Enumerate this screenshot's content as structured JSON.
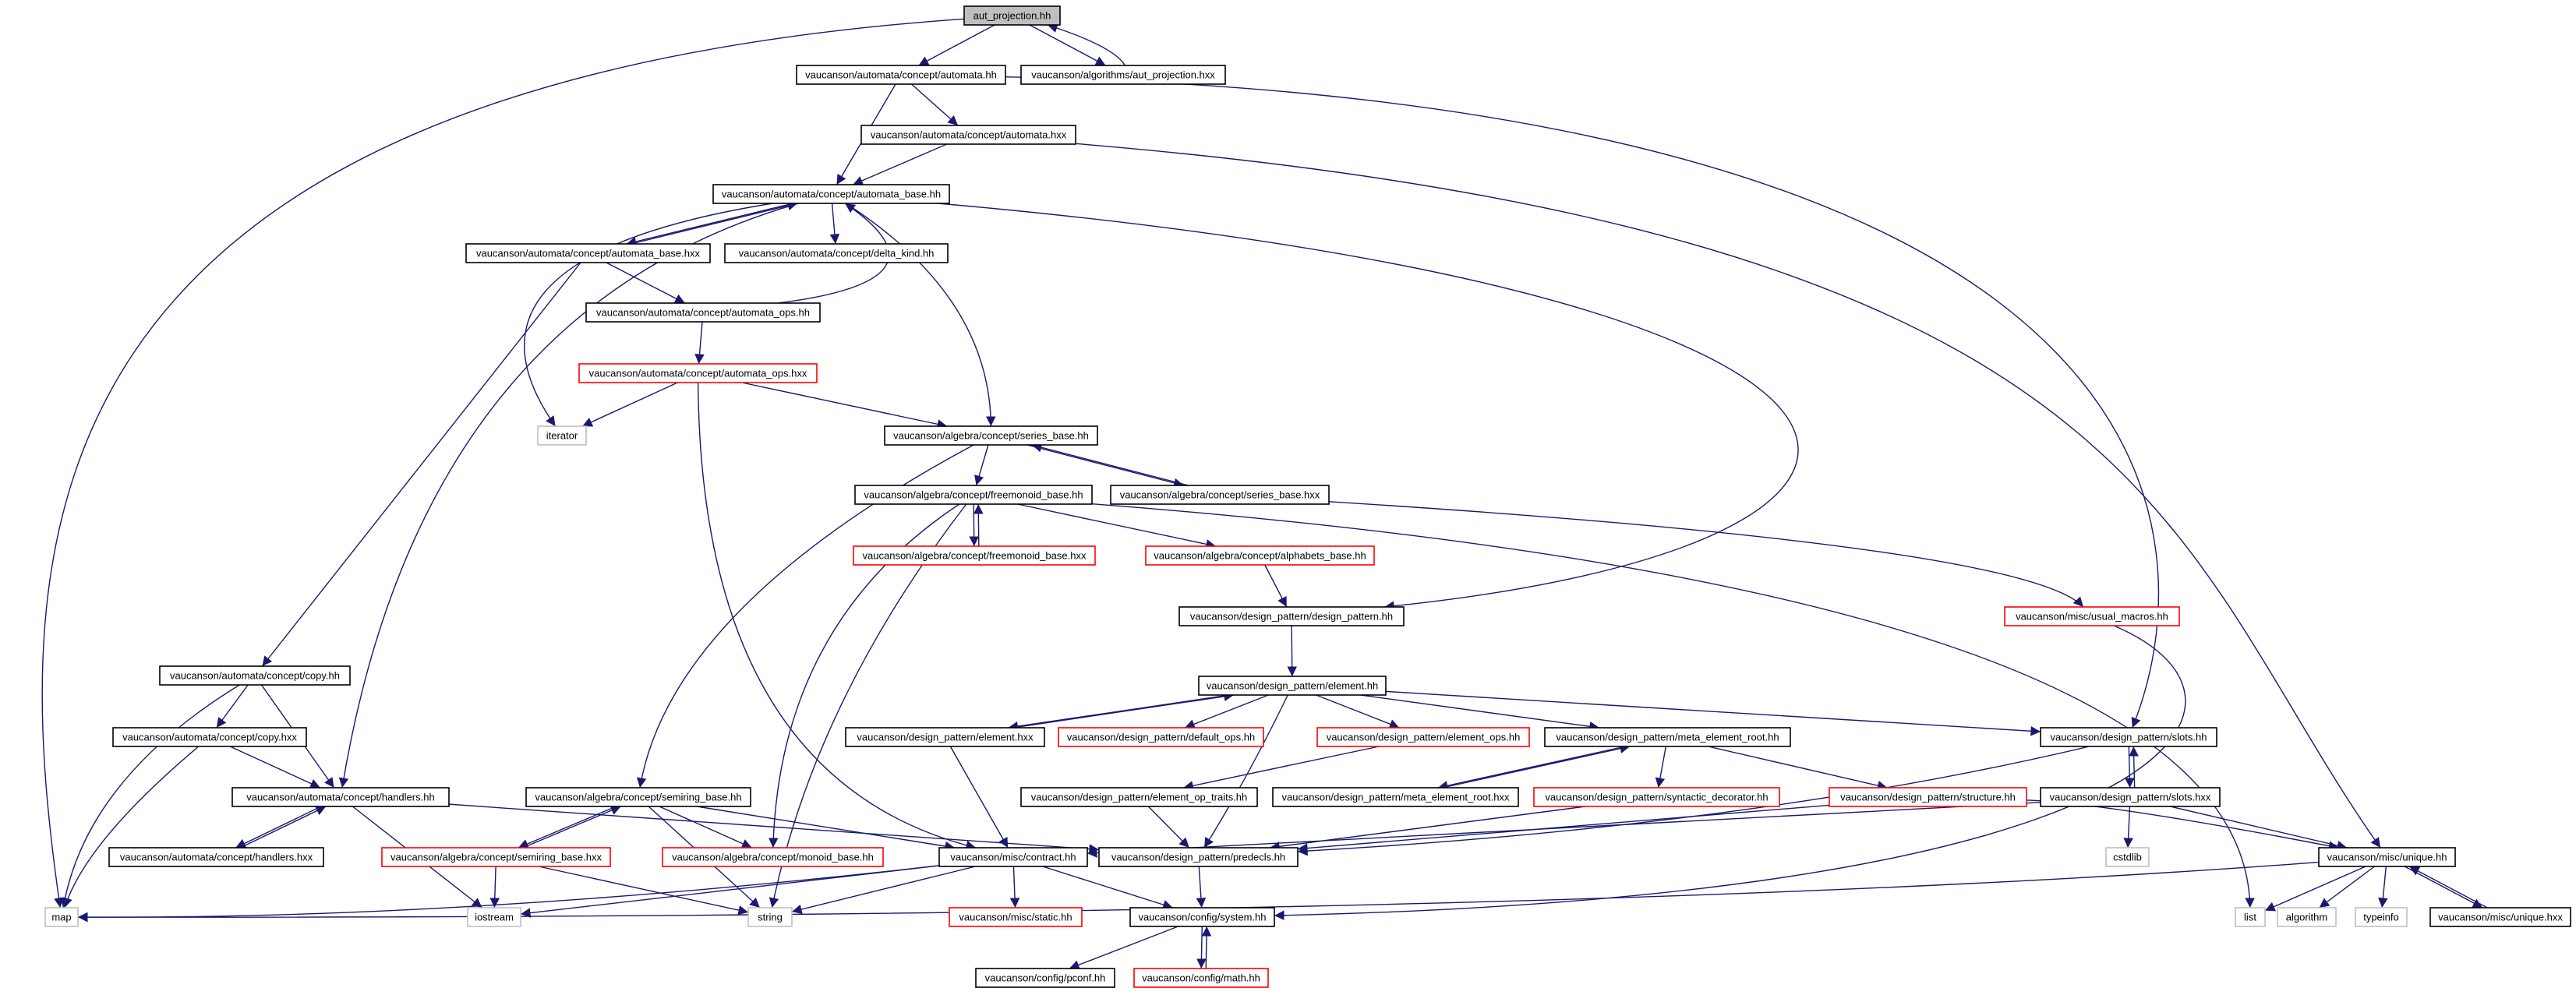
{
  "diagram": {
    "title": "aut_projection.hh",
    "colors": {
      "edge": "#191970",
      "node_border": "#000000",
      "node_border_missing": "#ff0000",
      "node_border_system": "#bfbfbf",
      "root_fill": "#bfbfbf",
      "background": "#ffffff"
    },
    "nodes": [
      {
        "id": "aut_projection_hh",
        "label": "aut_projection.hh",
        "kind": "root"
      },
      {
        "id": "map",
        "label": "map",
        "kind": "system"
      },
      {
        "id": "automata_hh",
        "label": "vaucanson/automata/concept/automata.hh",
        "kind": "normal"
      },
      {
        "id": "algorithms_aut_projection_hxx",
        "label": "vaucanson/algorithms/aut_projection.hxx",
        "kind": "normal"
      },
      {
        "id": "automata_hxx",
        "label": "vaucanson/automata/concept/automata.hxx",
        "kind": "normal"
      },
      {
        "id": "automata_base_hh",
        "label": "vaucanson/automata/concept/automata_base.hh",
        "kind": "normal"
      },
      {
        "id": "automata_base_hxx",
        "label": "vaucanson/automata/concept/automata_base.hxx",
        "kind": "normal"
      },
      {
        "id": "delta_kind_hh",
        "label": "vaucanson/automata/concept/delta_kind.hh",
        "kind": "normal"
      },
      {
        "id": "automata_ops_hh",
        "label": "vaucanson/automata/concept/automata_ops.hh",
        "kind": "normal"
      },
      {
        "id": "automata_ops_hxx",
        "label": "vaucanson/automata/concept/automata_ops.hxx",
        "kind": "missing"
      },
      {
        "id": "iterator",
        "label": "iterator",
        "kind": "system"
      },
      {
        "id": "series_base_hh",
        "label": "vaucanson/algebra/concept/series_base.hh",
        "kind": "normal"
      },
      {
        "id": "freemonoid_base_hh",
        "label": "vaucanson/algebra/concept/freemonoid_base.hh",
        "kind": "normal"
      },
      {
        "id": "series_base_hxx",
        "label": "vaucanson/algebra/concept/series_base.hxx",
        "kind": "normal"
      },
      {
        "id": "freemonoid_base_hxx",
        "label": "vaucanson/algebra/concept/freemonoid_base.hxx",
        "kind": "missing"
      },
      {
        "id": "alphabets_base_hh",
        "label": "vaucanson/algebra/concept/alphabets_base.hh",
        "kind": "missing"
      },
      {
        "id": "design_pattern_hh",
        "label": "vaucanson/design_pattern/design_pattern.hh",
        "kind": "normal"
      },
      {
        "id": "usual_macros_hh",
        "label": "vaucanson/misc/usual_macros.hh",
        "kind": "missing"
      },
      {
        "id": "copy_hh",
        "label": "vaucanson/automata/concept/copy.hh",
        "kind": "normal"
      },
      {
        "id": "element_hh",
        "label": "vaucanson/design_pattern/element.hh",
        "kind": "normal"
      },
      {
        "id": "copy_hxx",
        "label": "vaucanson/automata/concept/copy.hxx",
        "kind": "normal"
      },
      {
        "id": "element_hxx",
        "label": "vaucanson/design_pattern/element.hxx",
        "kind": "normal"
      },
      {
        "id": "default_ops_hh",
        "label": "vaucanson/design_pattern/default_ops.hh",
        "kind": "missing"
      },
      {
        "id": "element_ops_hh",
        "label": "vaucanson/design_pattern/element_ops.hh",
        "kind": "missing"
      },
      {
        "id": "meta_element_root_hh",
        "label": "vaucanson/design_pattern/meta_element_root.hh",
        "kind": "normal"
      },
      {
        "id": "slots_hh",
        "label": "vaucanson/design_pattern/slots.hh",
        "kind": "normal"
      },
      {
        "id": "handlers_hh",
        "label": "vaucanson/automata/concept/handlers.hh",
        "kind": "normal"
      },
      {
        "id": "semiring_base_hh",
        "label": "vaucanson/algebra/concept/semiring_base.hh",
        "kind": "normal"
      },
      {
        "id": "element_op_traits_hh",
        "label": "vaucanson/design_pattern/element_op_traits.hh",
        "kind": "normal"
      },
      {
        "id": "meta_element_root_hxx",
        "label": "vaucanson/design_pattern/meta_element_root.hxx",
        "kind": "normal"
      },
      {
        "id": "syntactic_decorator_hh",
        "label": "vaucanson/design_pattern/syntactic_decorator.hh",
        "kind": "missing"
      },
      {
        "id": "structure_hh",
        "label": "vaucanson/design_pattern/structure.hh",
        "kind": "missing"
      },
      {
        "id": "slots_hxx",
        "label": "vaucanson/design_pattern/slots.hxx",
        "kind": "normal"
      },
      {
        "id": "handlers_hxx",
        "label": "vaucanson/automata/concept/handlers.hxx",
        "kind": "normal"
      },
      {
        "id": "semiring_base_hxx",
        "label": "vaucanson/algebra/concept/semiring_base.hxx",
        "kind": "missing"
      },
      {
        "id": "monoid_base_hh",
        "label": "vaucanson/algebra/concept/monoid_base.hh",
        "kind": "missing"
      },
      {
        "id": "contract_hh",
        "label": "vaucanson/misc/contract.hh",
        "kind": "normal"
      },
      {
        "id": "predecls_hh",
        "label": "vaucanson/design_pattern/predecls.hh",
        "kind": "normal"
      },
      {
        "id": "cstdlib",
        "label": "cstdlib",
        "kind": "system"
      },
      {
        "id": "unique_hh",
        "label": "vaucanson/misc/unique.hh",
        "kind": "normal"
      },
      {
        "id": "iostream",
        "label": "iostream",
        "kind": "system"
      },
      {
        "id": "string",
        "label": "string",
        "kind": "system"
      },
      {
        "id": "static_hh",
        "label": "vaucanson/misc/static.hh",
        "kind": "missing"
      },
      {
        "id": "system_hh",
        "label": "vaucanson/config/system.hh",
        "kind": "normal"
      },
      {
        "id": "list",
        "label": "list",
        "kind": "system"
      },
      {
        "id": "algorithm",
        "label": "algorithm",
        "kind": "system"
      },
      {
        "id": "typeinfo",
        "label": "typeinfo",
        "kind": "system"
      },
      {
        "id": "unique_hxx",
        "label": "vaucanson/misc/unique.hxx",
        "kind": "normal"
      },
      {
        "id": "pconf_hh",
        "label": "vaucanson/config/pconf.hh",
        "kind": "normal"
      },
      {
        "id": "math_hh",
        "label": "vaucanson/config/math.hh",
        "kind": "missing"
      }
    ],
    "edges": [
      [
        "aut_projection_hh",
        "map"
      ],
      [
        "aut_projection_hh",
        "automata_hh"
      ],
      [
        "aut_projection_hh",
        "algorithms_aut_projection_hxx"
      ],
      [
        "algorithms_aut_projection_hxx",
        "aut_projection_hh"
      ],
      [
        "automata_hh",
        "automata_base_hh"
      ],
      [
        "automata_hh",
        "automata_hxx"
      ],
      [
        "automata_hh",
        "slots_hh"
      ],
      [
        "automata_hxx",
        "automata_base_hh"
      ],
      [
        "automata_hxx",
        "unique_hh"
      ],
      [
        "automata_base_hh",
        "automata_base_hxx"
      ],
      [
        "automata_base_hh",
        "delta_kind_hh"
      ],
      [
        "automata_base_hh",
        "iterator"
      ],
      [
        "automata_base_hh",
        "series_base_hh"
      ],
      [
        "automata_base_hh",
        "design_pattern_hh"
      ],
      [
        "automata_base_hh",
        "handlers_hh"
      ],
      [
        "automata_base_hxx",
        "automata_base_hh"
      ],
      [
        "automata_base_hxx",
        "automata_ops_hh"
      ],
      [
        "automata_base_hxx",
        "copy_hh"
      ],
      [
        "automata_ops_hh",
        "automata_base_hh"
      ],
      [
        "automata_ops_hh",
        "automata_ops_hxx"
      ],
      [
        "automata_ops_hxx",
        "iterator"
      ],
      [
        "automata_ops_hxx",
        "series_base_hh"
      ],
      [
        "automata_ops_hxx",
        "contract_hh"
      ],
      [
        "series_base_hh",
        "freemonoid_base_hh"
      ],
      [
        "series_base_hh",
        "series_base_hxx"
      ],
      [
        "series_base_hh",
        "semiring_base_hh"
      ],
      [
        "series_base_hxx",
        "series_base_hh"
      ],
      [
        "series_base_hxx",
        "usual_macros_hh"
      ],
      [
        "freemonoid_base_hh",
        "freemonoid_base_hxx"
      ],
      [
        "freemonoid_base_hh",
        "alphabets_base_hh"
      ],
      [
        "freemonoid_base_hh",
        "monoid_base_hh"
      ],
      [
        "freemonoid_base_hh",
        "string"
      ],
      [
        "freemonoid_base_hh",
        "list"
      ],
      [
        "freemonoid_base_hxx",
        "freemonoid_base_hh"
      ],
      [
        "alphabets_base_hh",
        "design_pattern_hh"
      ],
      [
        "design_pattern_hh",
        "element_hh"
      ],
      [
        "usual_macros_hh",
        "system_hh"
      ],
      [
        "copy_hh",
        "copy_hxx"
      ],
      [
        "copy_hh",
        "handlers_hh"
      ],
      [
        "copy_hh",
        "map"
      ],
      [
        "copy_hxx",
        "handlers_hh"
      ],
      [
        "copy_hxx",
        "map"
      ],
      [
        "element_hh",
        "element_hxx"
      ],
      [
        "element_hh",
        "default_ops_hh"
      ],
      [
        "element_hh",
        "element_ops_hh"
      ],
      [
        "element_hh",
        "meta_element_root_hh"
      ],
      [
        "element_hh",
        "slots_hh"
      ],
      [
        "element_hh",
        "predecls_hh"
      ],
      [
        "element_hxx",
        "element_hh"
      ],
      [
        "element_hxx",
        "contract_hh"
      ],
      [
        "element_ops_hh",
        "element_op_traits_hh"
      ],
      [
        "element_op_traits_hh",
        "predecls_hh"
      ],
      [
        "meta_element_root_hh",
        "meta_element_root_hxx"
      ],
      [
        "meta_element_root_hh",
        "syntactic_decorator_hh"
      ],
      [
        "meta_element_root_hh",
        "structure_hh"
      ],
      [
        "meta_element_root_hxx",
        "meta_element_root_hh"
      ],
      [
        "syntactic_decorator_hh",
        "predecls_hh"
      ],
      [
        "structure_hh",
        "predecls_hh"
      ],
      [
        "structure_hh",
        "unique_hh"
      ],
      [
        "slots_hh",
        "slots_hxx"
      ],
      [
        "slots_hh",
        "predecls_hh"
      ],
      [
        "slots_hxx",
        "slots_hh"
      ],
      [
        "slots_hxx",
        "cstdlib"
      ],
      [
        "slots_hxx",
        "unique_hh"
      ],
      [
        "slots_hxx",
        "contract_hh"
      ],
      [
        "handlers_hh",
        "handlers_hxx"
      ],
      [
        "handlers_hh",
        "iostream"
      ],
      [
        "handlers_hh",
        "predecls_hh"
      ],
      [
        "handlers_hxx",
        "handlers_hh"
      ],
      [
        "semiring_base_hh",
        "semiring_base_hxx"
      ],
      [
        "semiring_base_hh",
        "monoid_base_hh"
      ],
      [
        "semiring_base_hh",
        "string"
      ],
      [
        "semiring_base_hh",
        "contract_hh"
      ],
      [
        "semiring_base_hxx",
        "semiring_base_hh"
      ],
      [
        "semiring_base_hxx",
        "iostream"
      ],
      [
        "semiring_base_hxx",
        "string"
      ],
      [
        "contract_hh",
        "iostream"
      ],
      [
        "contract_hh",
        "string"
      ],
      [
        "contract_hh",
        "static_hh"
      ],
      [
        "contract_hh",
        "system_hh"
      ],
      [
        "contract_hh",
        "map"
      ],
      [
        "predecls_hh",
        "system_hh"
      ],
      [
        "unique_hh",
        "list"
      ],
      [
        "unique_hh",
        "algorithm"
      ],
      [
        "unique_hh",
        "typeinfo"
      ],
      [
        "unique_hh",
        "unique_hxx"
      ],
      [
        "unique_hh",
        "map"
      ],
      [
        "unique_hxx",
        "unique_hh"
      ],
      [
        "system_hh",
        "pconf_hh"
      ],
      [
        "system_hh",
        "math_hh"
      ],
      [
        "math_hh",
        "system_hh"
      ]
    ]
  }
}
